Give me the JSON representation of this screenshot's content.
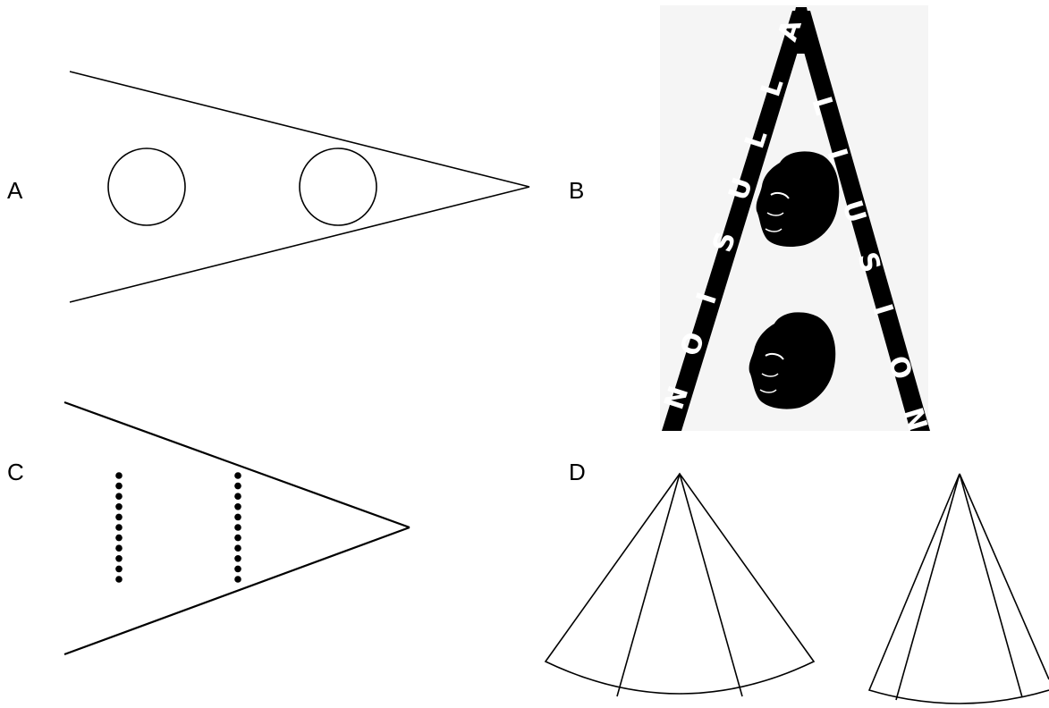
{
  "panels": [
    {
      "id": "A",
      "label": "A"
    },
    {
      "id": "B",
      "label": "B",
      "banner_text": "ALLUSION ILLUSION",
      "left_leg": "ALLUSION",
      "right_leg": "ILLUSION"
    },
    {
      "id": "C",
      "label": "C"
    },
    {
      "id": "D",
      "label": "D"
    }
  ],
  "panel_c": {
    "dots_per_column": 11
  },
  "colors": {
    "ink": "#000000",
    "background": "#ffffff",
    "photo_bg": "#f5f5f5"
  }
}
